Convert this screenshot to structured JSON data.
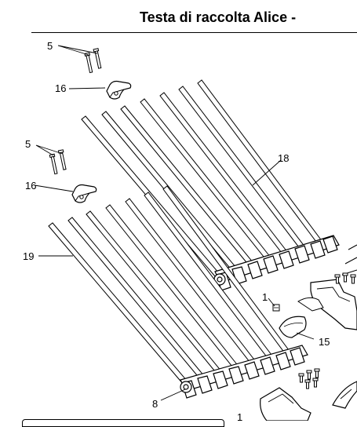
{
  "header": {
    "title": "Testa di raccolta Alice -"
  },
  "callouts": {
    "c5a": "5",
    "c16a": "16",
    "c5b": "5",
    "c16b": "16",
    "c18": "18",
    "c19": "19",
    "c1a": "1",
    "c15": "15",
    "c8": "8",
    "c1b": "1"
  },
  "icons": [
    "bolt-icon",
    "clip-icon",
    "tine-icon",
    "tine-bar-icon",
    "nut-icon",
    "bracket-icon",
    "deflector-icon"
  ],
  "colors": {
    "line": "#000000",
    "background": "#ffffff"
  }
}
